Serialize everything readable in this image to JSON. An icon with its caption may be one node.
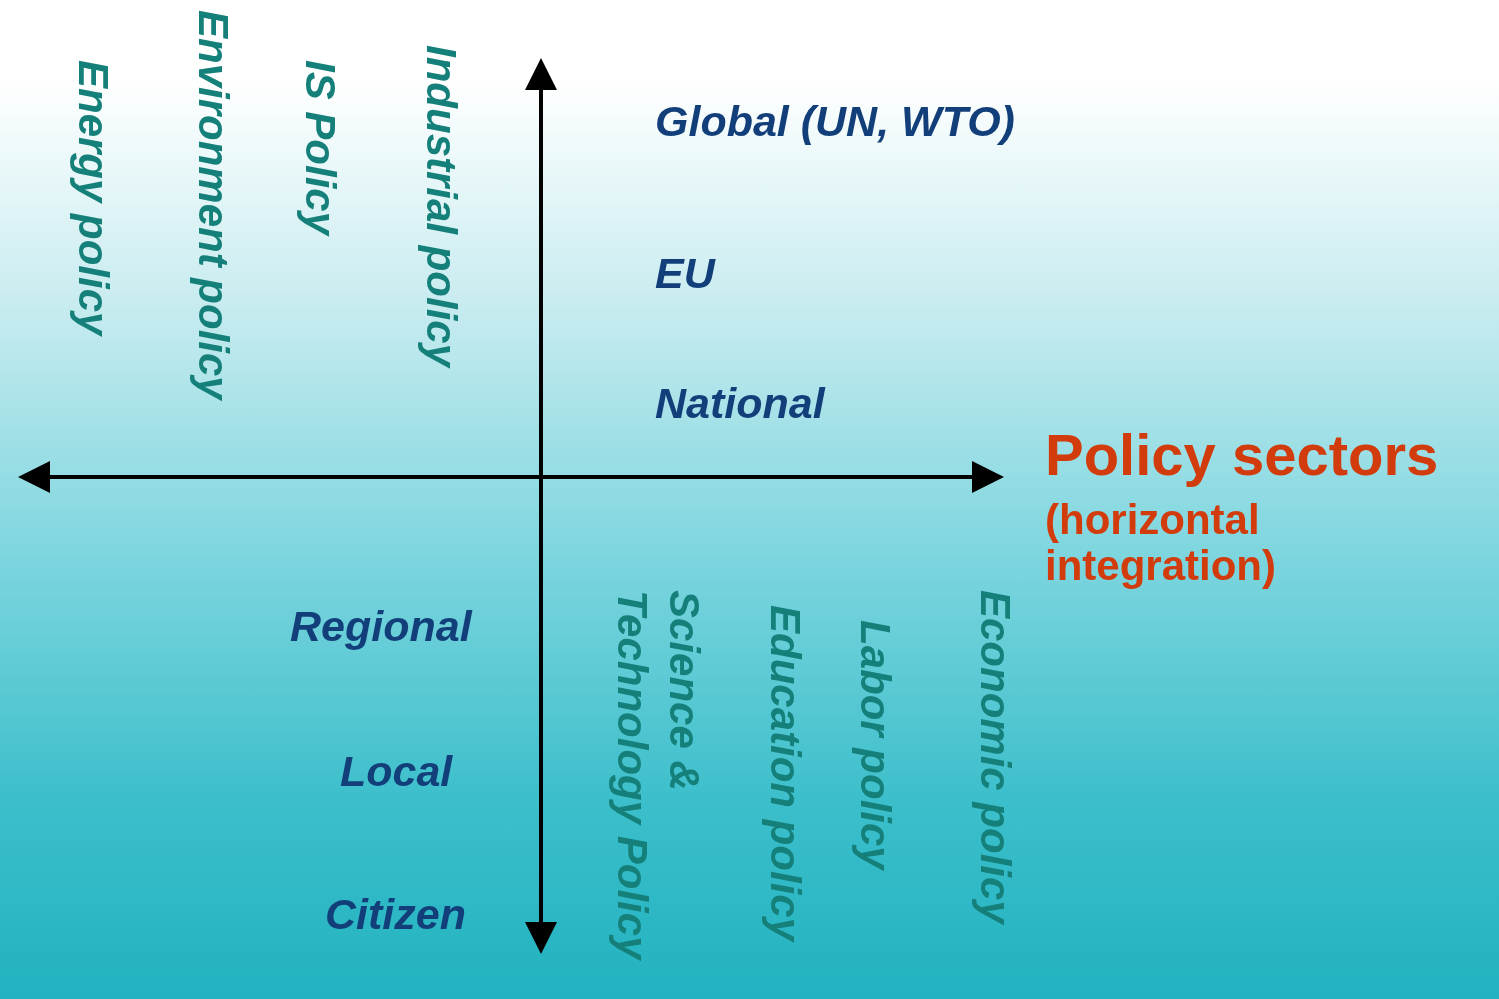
{
  "diagram": {
    "labels": [
      "Energy policy",
      "Environment policy",
      "IS Policy",
      "Industrial policy",
      "Global (UN, WTO)",
      "EU",
      "National",
      "Policy sectors",
      "(horizontal integration)",
      "Regional",
      "Local",
      "Citizen",
      "Science & Technology Policy",
      "Education policy",
      "Labor policy",
      "Economic policy"
    ]
  }
}
